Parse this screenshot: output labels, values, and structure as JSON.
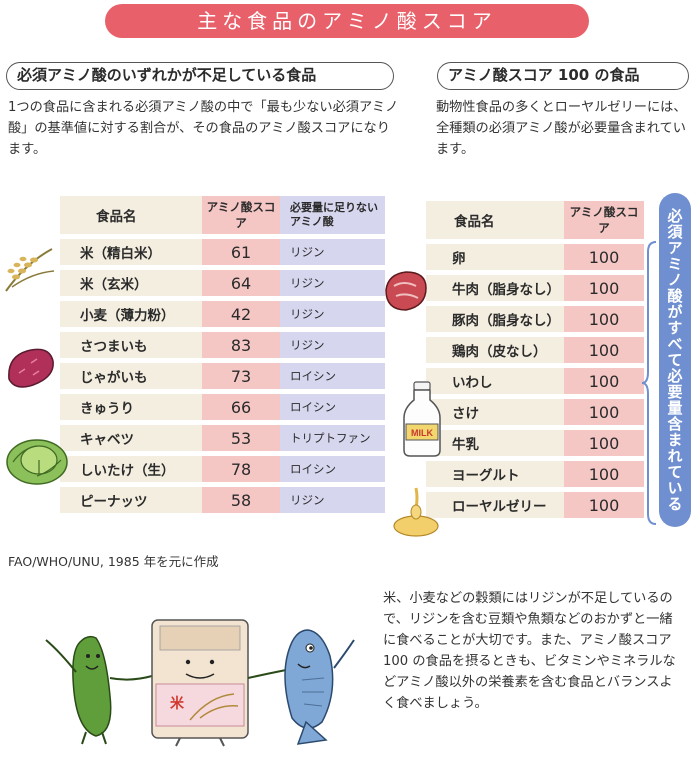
{
  "banner": {
    "title": "主な食品のアミノ酸スコア"
  },
  "left_section": {
    "heading": "必須アミノ酸のいずれかが不足している食品",
    "description": "1つの食品に含まれる必須アミノ酸の中で「最も少ない必須アミノ酸」の基準値に対する割合が、その食品のアミノ酸スコアになります。",
    "table": {
      "headers": [
        "食品名",
        "アミノ酸スコア",
        "必要量に足りないアミノ酸"
      ],
      "rows": [
        {
          "food": "米（精白米）",
          "score": "61",
          "lacking": "リジン"
        },
        {
          "food": "米（玄米）",
          "score": "64",
          "lacking": "リジン"
        },
        {
          "food": "小麦（薄力粉）",
          "score": "42",
          "lacking": "リジン"
        },
        {
          "food": "さつまいも",
          "score": "83",
          "lacking": "リジン"
        },
        {
          "food": "じゃがいも",
          "score": "73",
          "lacking": "ロイシン"
        },
        {
          "food": "きゅうり",
          "score": "66",
          "lacking": "ロイシン"
        },
        {
          "food": "キャベツ",
          "score": "53",
          "lacking": "トリプトファン"
        },
        {
          "food": "しいたけ（生）",
          "score": "78",
          "lacking": "ロイシン"
        },
        {
          "food": "ピーナッツ",
          "score": "58",
          "lacking": "リジン"
        }
      ]
    }
  },
  "right_section": {
    "heading": "アミノ酸スコア 100 の食品",
    "description": "動物性食品の多くとローヤルゼリーには、全種類の必須アミノ酸が必要量含まれています。",
    "table": {
      "headers": [
        "食品名",
        "アミノ酸スコア"
      ],
      "rows": [
        {
          "food": "卵",
          "score": "100"
        },
        {
          "food": "牛肉（脂身なし）",
          "score": "100"
        },
        {
          "food": "豚肉（脂身なし）",
          "score": "100"
        },
        {
          "food": "鶏肉（皮なし）",
          "score": "100"
        },
        {
          "food": "いわし",
          "score": "100"
        },
        {
          "food": "さけ",
          "score": "100"
        },
        {
          "food": "牛乳",
          "score": "100"
        },
        {
          "food": "ヨーグルト",
          "score": "100"
        },
        {
          "food": "ローヤルゼリー",
          "score": "100"
        }
      ]
    },
    "side_label": "必須アミノ酸がすべて必要量含まれている"
  },
  "source_note": "FAO/WHO/UNU, 1985 年を元に作成",
  "bottom_text": "米、小麦などの穀類にはリジンが不足しているので、リジンを含む豆類や魚類などのおかずと一緒に食べることが大切です。また、アミノ酸スコア 100 の食品を摂るときも、ビタミンやミネラルなどアミノ酸以外の栄養素を含む食品とバランスよく食べましょう。",
  "illustration": {
    "milk_label": "MILK",
    "rice_bag_label": "米"
  },
  "colors": {
    "banner": "#e8606a",
    "name_cell": "#f4eee0",
    "score_cell": "#f4c7c5",
    "lacking_cell": "#d6d6ef",
    "side_label": "#6f8fd0"
  }
}
